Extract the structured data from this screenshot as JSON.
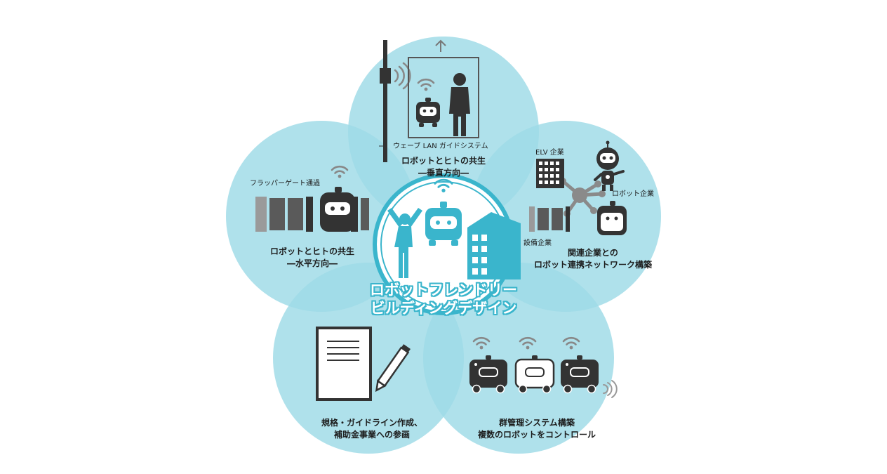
{
  "colors": {
    "petal": "#9ddbe6",
    "petal_overlap": "#7fcede",
    "center_fill": "#3ab5cc",
    "icon_dark": "#333333",
    "icon_gray": "#888888",
    "background": "#ffffff"
  },
  "center": {
    "title_line1": "ロボットフレンドリー",
    "title_line2": "ビルディングデザイン",
    "icons": [
      "person-arms-up-icon",
      "robot-icon",
      "building-icon",
      "wifi-icon"
    ]
  },
  "petals": {
    "vertical": {
      "label_line1": "ロボットとヒトの共生",
      "label_line2": "―垂直方向―",
      "caption": "ウェーブ LAN ガイドシステム",
      "icons": [
        "elevator-icon",
        "robot-icon",
        "person-icon",
        "up-arrow-icon",
        "signal-icon"
      ]
    },
    "horizontal": {
      "label_line1": "ロボットとヒトの共生",
      "label_line2": "―水平方向―",
      "caption": "フラッパーゲート通過",
      "icons": [
        "flapper-gate-icon",
        "robot-icon",
        "wifi-icon"
      ]
    },
    "network": {
      "label_line1": "関連企業との",
      "label_line2": "ロボット連携ネットワーク構築",
      "caption_elv": "ELV 企業",
      "caption_robot": "ロボット企業",
      "caption_equipment": "設備企業",
      "icons": [
        "building-icon",
        "robot-character-icon",
        "network-hub-icon",
        "gate-icon",
        "robot-icon"
      ]
    },
    "standards": {
      "label_line1": "規格・ガイドライン作成、",
      "label_line2": "補助金事業への参画",
      "icons": [
        "document-icon",
        "pencil-icon"
      ]
    },
    "fleet": {
      "label_line1": "群管理システム構築",
      "label_line2": "複数のロボットをコントロール",
      "icons": [
        "robot-icon",
        "robot-icon",
        "robot-icon",
        "wifi-icon",
        "signal-icon"
      ]
    }
  }
}
